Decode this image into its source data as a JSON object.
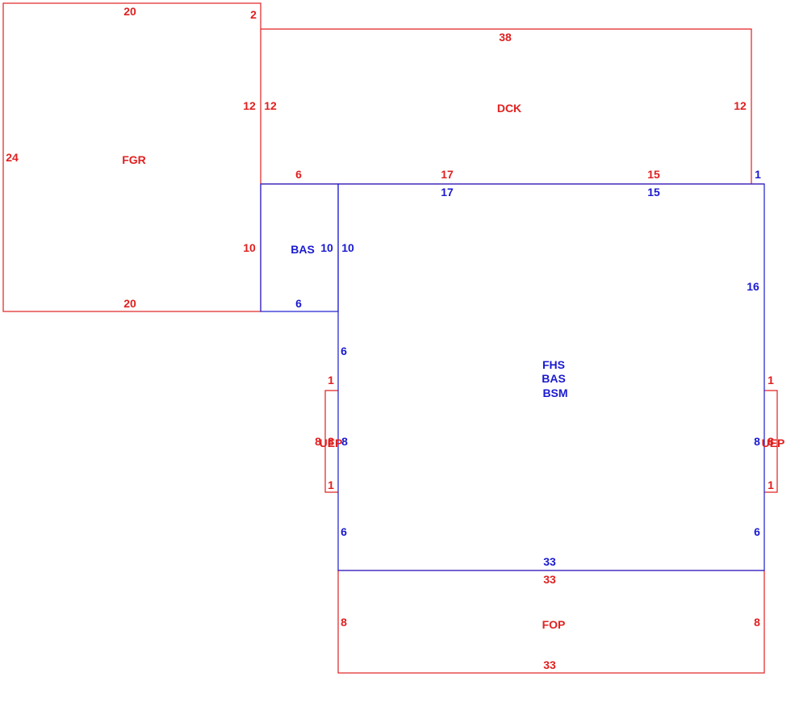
{
  "colors": {
    "red": "#e02020",
    "blue": "#1a1ad0"
  },
  "areas": {
    "fgr": "FGR",
    "dck": "DCK",
    "bas_small": "BAS",
    "main": [
      "FHS",
      "BAS",
      "BSM"
    ],
    "uep_left": "UEP",
    "uep_right": "UEP",
    "fop": "FOP"
  },
  "dims": {
    "fgr_top": "20",
    "fgr_top_right": "2",
    "fgr_left": "24",
    "fgr_right_upper": "12",
    "fgr_right_lower": "10",
    "fgr_bottom": "20",
    "dck_top": "38",
    "dck_left": "12",
    "dck_right": "12",
    "dck_bottom_a": "6",
    "dck_bottom_b": "17",
    "dck_bottom_c": "15",
    "dck_bottom_d": "1",
    "bas_top_a": "17",
    "bas_top_b": "15",
    "bas_small_left": "10",
    "bas_small_right": "10",
    "bas_small_bottom": "6",
    "main_right": "16",
    "main_left_upper": "6",
    "main_left_lower": "6",
    "main_right_lower": "6",
    "main_bottom": "33",
    "uep_left_top": "1",
    "uep_left_bottom": "1",
    "uep_left_side_a": "8",
    "uep_left_side_b": "8",
    "uep_left_side_c": "8",
    "uep_right_top": "1",
    "uep_right_bottom": "1",
    "uep_right_side_a": "8",
    "uep_right_side_b": "8",
    "fop_top": "33",
    "fop_left": "8",
    "fop_right": "8",
    "fop_bottom": "33"
  }
}
